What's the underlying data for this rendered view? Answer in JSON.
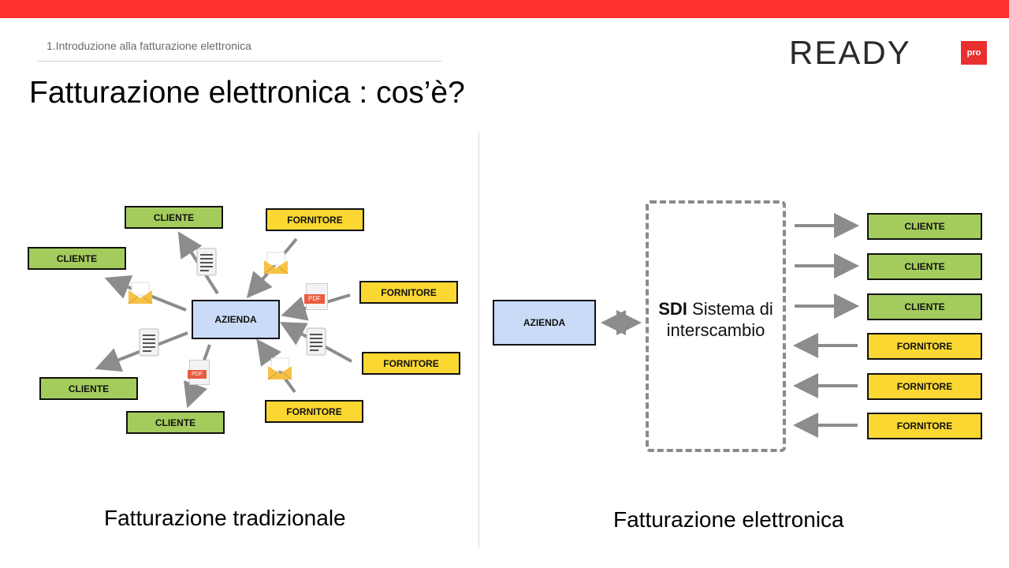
{
  "header": {
    "breadcrumb": "1.Introduzione alla fatturazione elettronica",
    "title": "Fatturazione elettronica : cos’è?",
    "logo_text": "READY",
    "logo_badge": "pro"
  },
  "left_diagram": {
    "center": "AZIENDA",
    "clienti": [
      "CLIENTE",
      "CLIENTE",
      "CLIENTE",
      "CLIENTE"
    ],
    "fornitori": [
      "FORNITORE",
      "FORNITORE",
      "FORNITORE",
      "FORNITORE"
    ],
    "pdf_label": "PDF",
    "caption": "Fatturazione tradizionale"
  },
  "right_diagram": {
    "azienda": "AZIENDA",
    "sdi_bold": "SDI",
    "sdi_rest": " Sistema di interscambio",
    "clienti": [
      "CLIENTE",
      "CLIENTE",
      "CLIENTE"
    ],
    "fornitori": [
      "FORNITORE",
      "FORNITORE",
      "FORNITORE"
    ],
    "caption": "Fatturazione elettronica"
  },
  "colors": {
    "topbar": "#ff3131",
    "cliente": "#a4cc5c",
    "fornitore": "#fbd731",
    "azienda": "#c9dbf7",
    "arrow": "#8c8c8c"
  }
}
